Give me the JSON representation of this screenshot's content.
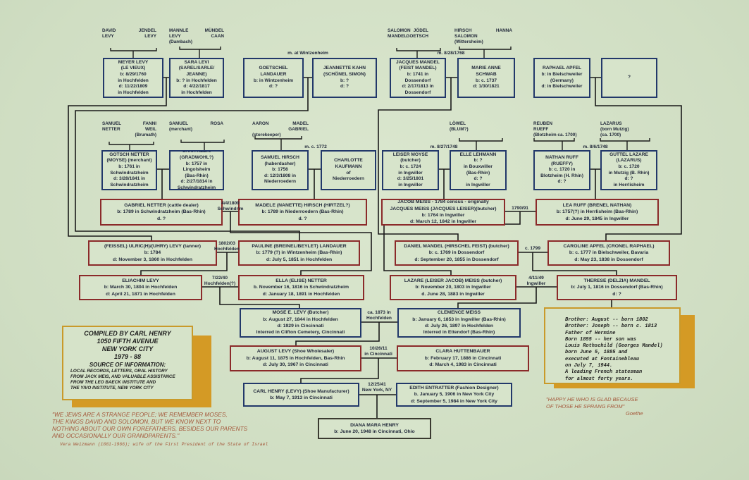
{
  "colors": {
    "paper": "#d3e1c6",
    "blue_border": "#22386a",
    "red_border": "#8b2a2a",
    "gold": "#d49a25",
    "quote": "#a4573a"
  },
  "parents": [
    {
      "id": "david",
      "lines": [
        "DAVID",
        "LEVY"
      ]
    },
    {
      "id": "jendel",
      "lines": [
        "JENDEL",
        "LEVY"
      ]
    },
    {
      "id": "mannle",
      "lines": [
        "MANNLE",
        "LEVY",
        "(Dambach)"
      ]
    },
    {
      "id": "mundel",
      "lines": [
        "MÜNDEL",
        "CAAN"
      ]
    },
    {
      "id": "salomon",
      "lines": [
        "SALOMON",
        "MANDEL"
      ]
    },
    {
      "id": "jodel",
      "lines": [
        "JÖDEL",
        "GOETSCH"
      ]
    },
    {
      "id": "hirsch",
      "lines": [
        "HIRSCH",
        "SALOMON",
        "(Wittersheim)"
      ]
    },
    {
      "id": "hanna",
      "lines": [
        "HANNA"
      ]
    },
    {
      "id": "samnetter",
      "lines": [
        "SAMUEL",
        "NETTER"
      ]
    },
    {
      "id": "fanni",
      "lines": [
        "FANNI",
        "WEIL",
        "(Brumath)"
      ]
    },
    {
      "id": "samuel",
      "lines": [
        "SAMUEL",
        "(merchant)"
      ]
    },
    {
      "id": "rosa",
      "lines": [
        "ROSA"
      ]
    },
    {
      "id": "aaron",
      "lines": [
        "AARON",
        "",
        "(storekeeper)"
      ]
    },
    {
      "id": "madel",
      "lines": [
        "MADEL",
        "GABRIEL"
      ]
    },
    {
      "id": "lowel",
      "lines": [
        "LÖWEL",
        "(BLUM?)"
      ]
    },
    {
      "id": "reuben",
      "lines": [
        "REUBEN",
        "RUEFF",
        "(Blotzheim ca. 1700)"
      ]
    },
    {
      "id": "lazarus",
      "lines": [
        "LAZARUS",
        "(born Mutzig)",
        "(ca. 1700)"
      ]
    }
  ],
  "people": [
    {
      "id": "meyer",
      "lines": [
        "MEYER LEVY",
        "(LE VIEUX)",
        "b: 8/29/1760",
        "in Hochfelden",
        "d: 11/22/1809",
        "in Hochfelden"
      ]
    },
    {
      "id": "saralevi",
      "lines": [
        "SARA LEVI",
        "(SAREL/SARLE/",
        "JEANNE)",
        "b: ? in Hochfelden",
        "d: 4/22/1817",
        "in Hochfelden"
      ]
    },
    {
      "id": "goetschel",
      "lines": [
        "GOETSCHEL",
        "LANDAUER",
        "b: in Wintzenheim",
        "d: ?"
      ]
    },
    {
      "id": "jeannette",
      "lines": [
        "JEANNETTE KAHN",
        "(SCHÖNEL SIMON)",
        "b: ?",
        "d: ?"
      ]
    },
    {
      "id": "jacques",
      "lines": [
        "JACQUES MANDEL",
        "(FEIST MANDEL)",
        "b: 1741 in",
        "Dossendorf",
        "d: 2/17/1813 in",
        "Dossendorf"
      ]
    },
    {
      "id": "marie",
      "lines": [
        "MARIE ANNE",
        "SCHWAB",
        "b: c. 1737",
        "d: 1/30/1821"
      ]
    },
    {
      "id": "raphael",
      "lines": [
        "RAPHAEL APFEL",
        "b: in Bielschweiler",
        "(Germany)",
        "d: in Bielschweiler"
      ]
    },
    {
      "id": "unknown",
      "lines": [
        "?"
      ]
    },
    {
      "id": "gotsch",
      "lines": [
        "GOTSCH NETTER",
        "(MOYSE) (merchant)",
        "b: 1761 in",
        "Schwindratzheim",
        "d: 3/28/1841 in",
        "Schwindratzheim"
      ]
    },
    {
      "id": "saraklein",
      "lines": [
        "SARA KLEIN",
        "(GRADWOHL?)",
        "b: 1757 in",
        "Lingolsheim",
        "(Bas-Rhin)",
        "d: 2/27/1814 in",
        "Schwindratzheim"
      ]
    },
    {
      "id": "samhirsch",
      "lines": [
        "SAMUEL HIRSCH",
        "(haberdasher)",
        "b: 1756",
        "d: 12/3/1808 in",
        "Niederroedern"
      ]
    },
    {
      "id": "charlotte",
      "lines": [
        "CHARLOTTE",
        "KAUFMANN",
        "of",
        "Niederroedern"
      ]
    },
    {
      "id": "leiser",
      "lines": [
        "LEISER MOYSE",
        "(butcher)",
        "b: c. 1724",
        "in Ingwiller",
        "d: 3/25/1801",
        "in Ingwiller"
      ]
    },
    {
      "id": "elle",
      "lines": [
        "ELLE LEHMANN",
        "b: ?",
        "in Bouxwiller",
        "(Bas-Rhin)",
        "d: ?",
        "in Ingwiller"
      ]
    },
    {
      "id": "nathan",
      "lines": [
        "NATHAN RUFF",
        "(RUEFFY)",
        "b: c. 1720 in",
        "Blotzheim (H. Rhin)",
        "d: ?"
      ]
    },
    {
      "id": "guttel",
      "lines": [
        "GUTTEL LAZARE",
        "(LAZARUS)",
        "b: c. 1720",
        "in Mutzig (B. Rhin)",
        "d: ?",
        "in Herrlisheim"
      ]
    },
    {
      "id": "gabriel",
      "lines": [
        "GABRIEL NETTER (cattle dealer)",
        "b: 1789 in Schwindratzheim (Bas-Rhin)",
        "d. ?"
      ]
    },
    {
      "id": "madele",
      "lines": [
        "MADELE (NANETTE) HIRSCH (HIRTZEL?)",
        "b: 1789 in Niederroedern (Bas-Rhin)",
        "d. ?"
      ]
    },
    {
      "id": "jacob",
      "lines": [
        "JACOB MEISS - 1784 census - originally",
        "JACQUES MEISS (JACQUES LEISER)(butcher)",
        "b: 1764 in Ingwiller",
        "d: March 12, 1842 in Ingwiller"
      ]
    },
    {
      "id": "lea",
      "lines": [
        "LEA RUFF (BRENEL NATHAN)",
        "b: 1757(?) in Herrlisheim (Bas-Rhin)",
        "d: June 29, 1845 in Ingwiller"
      ]
    },
    {
      "id": "feissel",
      "lines": [
        "(FEISSEL) ULRIC(H)/(UHRY) LEVY (tanner)",
        "b: 1784",
        "d: November 3, 1860 in Hochfelden"
      ]
    },
    {
      "id": "pauline",
      "lines": [
        "PAULINE (BREINEL/BEYLET) LANDAUER",
        "b: 1779 (?) in Wintzenheim (Bas-Rhin)",
        "d: July 5, 1851 in Hochfelden"
      ]
    },
    {
      "id": "daniel",
      "lines": [
        "DANIEL MANDEL (HIRSCHEL FEIST) (butcher)",
        "b: c. 1769 in Dossendorf",
        "d: September 20, 1855 in Dossendorf"
      ]
    },
    {
      "id": "caroline",
      "lines": [
        "CAROLINE APFEL (CRONEL RAPHAEL)",
        "b: c. 1777 in Bielschweiler, Bavaria",
        "d: May 23, 1838 in Dossendorf"
      ]
    },
    {
      "id": "eliachim",
      "lines": [
        "ELIACHIM LEVY",
        "b: March 30, 1804 in Hochfelden",
        "d: April 21, 1871 in Hochfelden"
      ]
    },
    {
      "id": "ella",
      "lines": [
        "ELLA (ELISE) NETTER",
        "b. November 16, 1816 in Schwindratzheim",
        "d: January 18, 1891 in Hochfelden"
      ]
    },
    {
      "id": "lazare",
      "lines": [
        "LAZARE (LEISER JACOB) MEISS (butcher)",
        "b: November 20, 1803 in Ingwiller",
        "d. June 28, 1883 in Ingwiller"
      ]
    },
    {
      "id": "therese",
      "lines": [
        "THERESE (DELZIA) MANDEL",
        "b: July 1, 1816 in Dossendorf (Bas-Rhin)",
        "d: ?"
      ]
    },
    {
      "id": "mose",
      "lines": [
        "MOSE E. LEVY (Butcher)",
        "b: August 27, 1844 in Hochfelden",
        "d: 1929 in Cincinnati",
        "Interred in Clifton Cemetery, Cincinnati"
      ]
    },
    {
      "id": "clemence",
      "lines": [
        "CLEMENCE MEISS",
        "b: January 6, 1853 in Ingwiller (Bas-Rhin)",
        "d: July 26, 1897 in Hochfelden",
        "Interred in Ettendorf (Bas-Rhin)"
      ]
    },
    {
      "id": "august",
      "lines": [
        "AUGUST LEVY (Shoe Wholesaler)",
        "b: August 11, 1875 in Hochfelden, Bas-Rhin",
        "d: July 30, 1967 in Cincinnati"
      ]
    },
    {
      "id": "clara",
      "lines": [
        "CLARA HUTTENBAUER",
        "b: February 17, 1886 in Cincinnati",
        "d: March 4, 1983 in Cincinnati"
      ]
    },
    {
      "id": "carl",
      "lines": [
        "CARL HENRY (LEVY) (Shoe Manufacturer)",
        "b: May 7, 1913 in Cincinnati"
      ]
    },
    {
      "id": "edith",
      "lines": [
        "EDITH ENTRATTER (Fashion Designer)",
        "b. January 5, 1906 in New York City",
        "d: September 5, 1984 in New York City"
      ]
    },
    {
      "id": "diana",
      "lines": [
        "DIANA MARA HENRY",
        "b: June 20, 1948 in Cincinnati, Ohio"
      ]
    }
  ],
  "marriages": [
    {
      "id": "m_wintz",
      "lines": [
        "m. at Wintzenheim"
      ]
    },
    {
      "id": "m_1768",
      "lines": [
        "m. 8/28/1768"
      ]
    },
    {
      "id": "m_1772",
      "lines": [
        "m. c. 1772"
      ]
    },
    {
      "id": "m_1748a",
      "lines": [
        "m. 8/27/1748"
      ]
    },
    {
      "id": "m_1748b",
      "lines": [
        "m. 8/6/1748"
      ]
    },
    {
      "id": "m_1809",
      "lines": [
        "4/4/1809",
        "Schwindr'm"
      ]
    },
    {
      "id": "m_1790",
      "lines": [
        "1790/91"
      ]
    },
    {
      "id": "m_1802",
      "lines": [
        "1802/03",
        "Hochfelden"
      ]
    },
    {
      "id": "m_1799",
      "lines": [
        "c. 1799"
      ]
    },
    {
      "id": "m_1840",
      "lines": [
        "7/22/40",
        "Hochfelden(?)"
      ]
    },
    {
      "id": "m_1849",
      "lines": [
        "4/11/49",
        "Ingwiller"
      ]
    },
    {
      "id": "m_1873",
      "lines": [
        "ca. 1873 in",
        "Hochfelden"
      ]
    },
    {
      "id": "m_1911",
      "lines": [
        "10/26/11",
        "in Cincinnati"
      ]
    },
    {
      "id": "m_1941",
      "lines": [
        "12/25/41",
        "New York, NY"
      ]
    }
  ],
  "compiled": {
    "header": [
      "COMPILED BY CARL HENRY",
      "1050 FIFTH AVENUE",
      "NEW YORK CITY",
      "1979 - 88",
      "SOURCE OF INFORMATION:"
    ],
    "sources": [
      "LOCAL RECORDS, LETTERS, ORAL HISTORY",
      "FROM JACK MEIS, AND VALUABLE ASSISTANCE",
      "FROM THE LEO BAECK INSTITUTE AND",
      "THE YIVO INSTITUTE, NEW YORK CITY"
    ]
  },
  "brother_note": [
    "Brother: August -- born 1802",
    "Brother: Joseph -- born c. 1813",
    "Father of Hermine",
    "Born 1855 -- her son was",
    "Louis Rothschild (Georges Mandel)",
    "born June 5, 1885 and",
    "executed at Fontainebleau",
    "on July 7, 1944.",
    "A leading French statesman",
    "for almost forty years."
  ],
  "quote_left": {
    "lines": [
      "\"WE JEWS ARE A STRANGE PEOPLE; WE REMEMBER MOSES,",
      "THE KINGS DAVID AND SOLOMON, BUT WE KNOW NEXT TO",
      "NOTHING ABOUT OUR OWN FOREFATHERS, BESIDES OUR PARENTS",
      "AND OCCASIONALLY OUR GRANDPARENTS.\""
    ],
    "attribution": "Vera Weizmann (1881-1966); wife of the First President of the State of Israel"
  },
  "quote_right": {
    "lines": [
      "\"HAPPY HE WHO IS GLAD BECAUSE",
      "OF THOSE HE SPRANG FROM\""
    ],
    "attribution": "Goethe"
  }
}
